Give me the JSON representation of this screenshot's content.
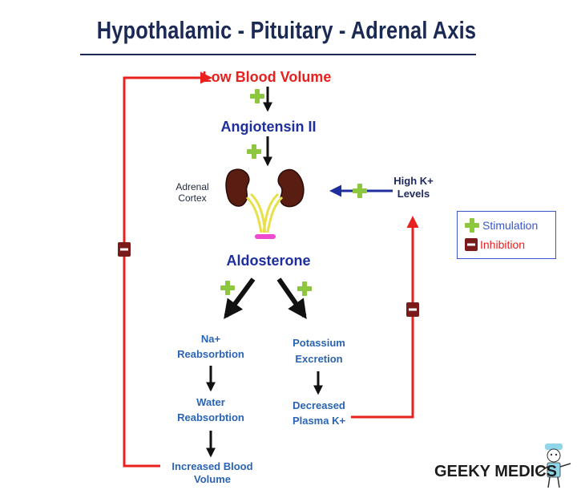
{
  "title": "Hypothalamic - Pituitary - Adrenal Axis",
  "nodes": {
    "low_blood_volume": "Low Blood Volume",
    "angiotensin": "Angiotensin II",
    "adrenal_cortex_1": "Adrenal",
    "adrenal_cortex_2": "Cortex",
    "aldosterone": "Aldosterone",
    "high_k_1": "High K+",
    "high_k_2": "Levels",
    "na_1": "Na+",
    "na_2": "Reabsorbtion",
    "water_1": "Water",
    "water_2": "Reabsorbtion",
    "increased_bv": "Increased Blood Volume",
    "potassium_1": "Potassium",
    "potassium_2": "Excretion",
    "decreased_1": "Decreased",
    "decreased_2": "Plasma K+"
  },
  "legend": {
    "stimulation": "Stimulation",
    "inhibition": "Inhibition"
  },
  "brand": "GEEKY MEDICS",
  "colors": {
    "red": "#e8201e",
    "navy": "#1f2e9e",
    "blue": "#2a64b4",
    "plus": "#8dc63f",
    "minus": "#7a1a1a",
    "kidney": "#5a1d12",
    "adrenal_stem": "#e8e04a",
    "pink": "#f04ad0"
  }
}
